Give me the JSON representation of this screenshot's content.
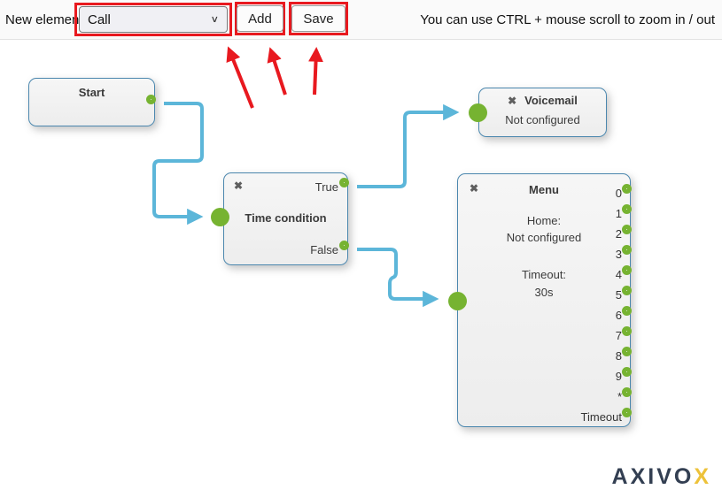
{
  "toolbar": {
    "new_element_label": "New element",
    "element_select": {
      "value": "Call"
    },
    "add_button": "Add",
    "save_button": "Save",
    "hint": "You can use CTRL + mouse scroll to zoom in / out"
  },
  "icons": {
    "close": "✖",
    "chevron_down": "∨"
  },
  "nodes": {
    "start": {
      "title": "Start"
    },
    "time_condition": {
      "title": "Time condition",
      "true_label": "True",
      "false_label": "False"
    },
    "voicemail": {
      "title": "Voicemail",
      "status": "Not configured"
    },
    "menu": {
      "title": "Menu",
      "home_label": "Home:",
      "home_value": "Not configured",
      "timeout_label": "Timeout:",
      "timeout_value": "30s",
      "outputs": [
        "0",
        "1",
        "2",
        "3",
        "4",
        "5",
        "6",
        "7",
        "8",
        "9",
        "*",
        "Timeout"
      ]
    }
  },
  "logo": {
    "main": "AXIVO",
    "accent": "X"
  },
  "colors": {
    "endpoint_green": "#76b331",
    "connector_blue": "#5cb6d9",
    "node_border_blue": "#4b87ae",
    "annotation_red": "#e8191f",
    "logo_navy": "#333f52",
    "logo_yellow": "#edc23a"
  }
}
